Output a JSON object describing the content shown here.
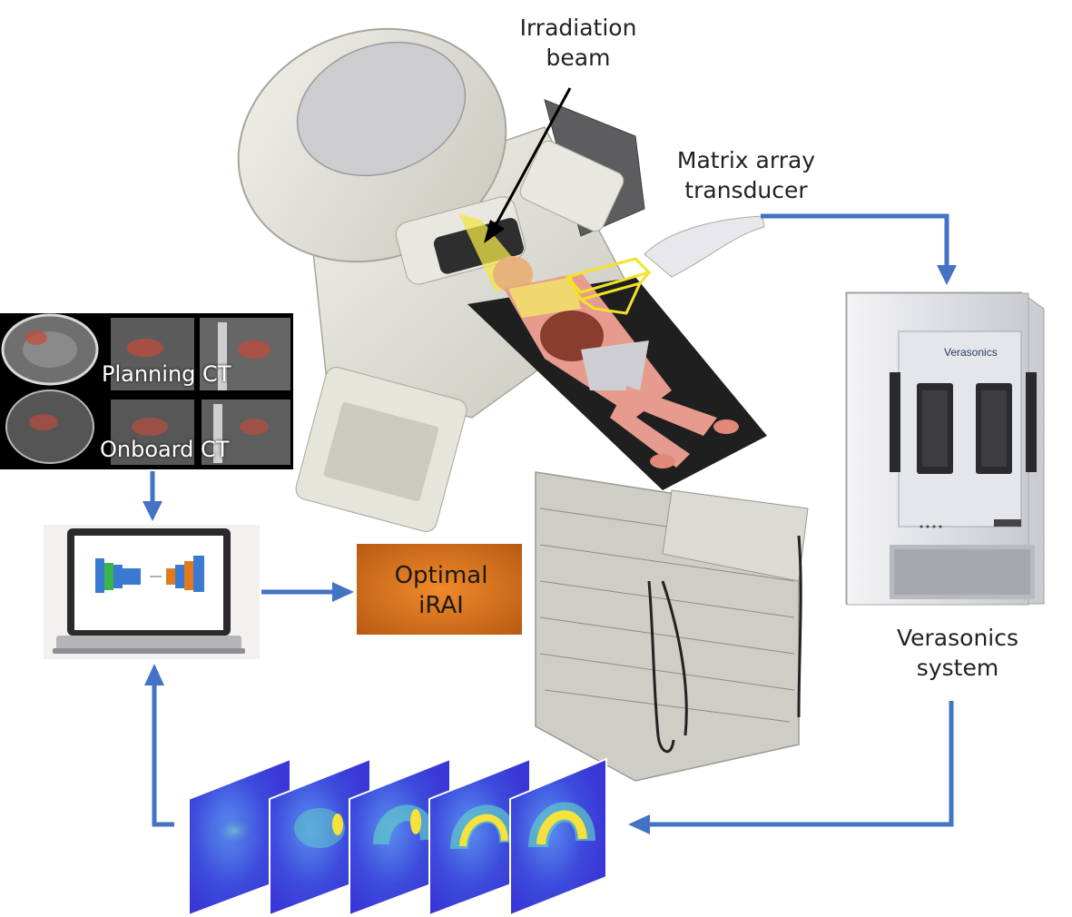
{
  "labels": {
    "irradiation_beam": [
      "Irradiation",
      "beam"
    ],
    "matrix_array_transducer": [
      "Matrix array",
      "transducer"
    ],
    "verasonics_system": [
      "Verasonics",
      "system"
    ],
    "optimal_irai": [
      "Optimal",
      "iRAI"
    ],
    "planning_ct": "Planning CT",
    "onboard_ct": "Onboard CT",
    "device_brand": "Verasonics"
  },
  "colors": {
    "arrow_blue": "#4472c4",
    "optimal_box": "#d9741f",
    "beam_yellow": "#f2e64a",
    "heatmap_bg": "#3a37d6",
    "heatmap_hot": "#f5e23c"
  },
  "icons": [
    "laptop-icon",
    "linac-machine",
    "patient-phantom",
    "verasonics-cabinet",
    "ct-image-grid",
    "heatmap-frame"
  ]
}
